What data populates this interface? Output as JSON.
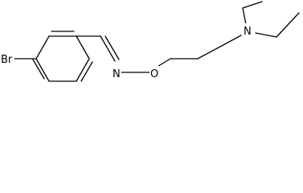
{
  "molecule": {
    "atoms": {
      "bromine": "Br",
      "imine_nitrogen": "N",
      "ether_oxygen": "O",
      "amine_nitrogen": "N"
    }
  },
  "style": {
    "bond_color": "#000000",
    "label_color": "#000000",
    "background": "#ffffff"
  }
}
